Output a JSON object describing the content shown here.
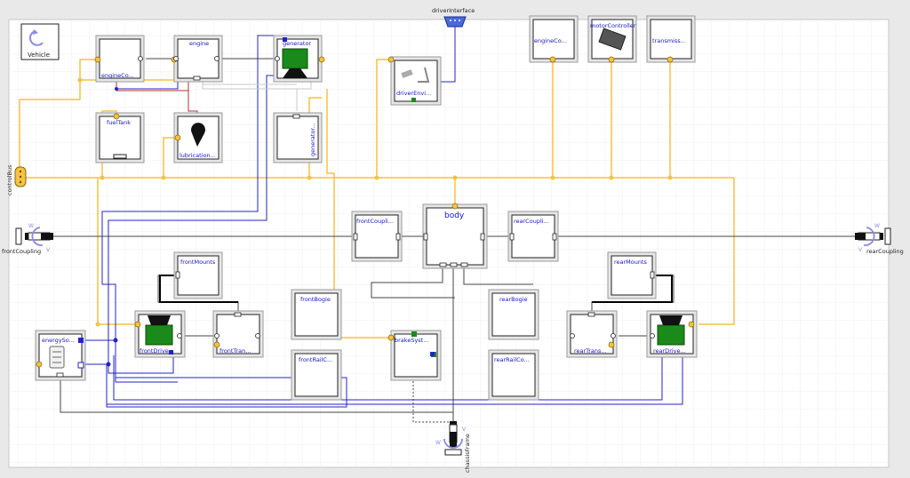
{
  "vehicle_icon": {
    "label": "Vehicle"
  },
  "interface_labels": {
    "control_bus": "controlBus",
    "driver_interface": "driverInterface",
    "front_coupling": "frontCoupling",
    "rear_coupling": "rearCoupling",
    "chassis_frame": "chassisFrame",
    "flange_w": "W",
    "flange_v": "V"
  },
  "components": {
    "engine_controller": "engineCo...",
    "engine": "engine",
    "generator": "generator",
    "fuel_tank": "fuelTank",
    "lubrication": "lubrication...",
    "generator_ctrl": "generator...",
    "driver_environment": "driverEnvi...",
    "engine_co_top": "engineCo...",
    "motor_controller": "motorController",
    "transmission_top": "transmiss...",
    "front_coupling_block": "frontCoupli...",
    "body": "body",
    "rear_coupling_block": "rearCoupli...",
    "front_mounts": "frontMounts",
    "rear_mounts": "rearMounts",
    "front_bogie": "frontBogie",
    "rear_bogie": "rearBogie",
    "front_rail": "frontRailC...",
    "rear_rail": "rearRailCo...",
    "energy_source": "energySo...",
    "front_drive": "frontDrive...",
    "front_transmission": "frontTran...",
    "brake_system": "brakeSyst...",
    "rear_transmission": "rearTrans...",
    "rear_drive": "rearDrive..."
  },
  "colors": {
    "bus_line": "#f5c242",
    "electric_line": "#2323c8",
    "mech_line": "#444444",
    "fluid_line": "#b43232",
    "motor_green": "#1a8a1a",
    "label_blue": "#1414c8",
    "canvas_bg": "#ffffff",
    "outer_bg": "#e9e9e9"
  }
}
